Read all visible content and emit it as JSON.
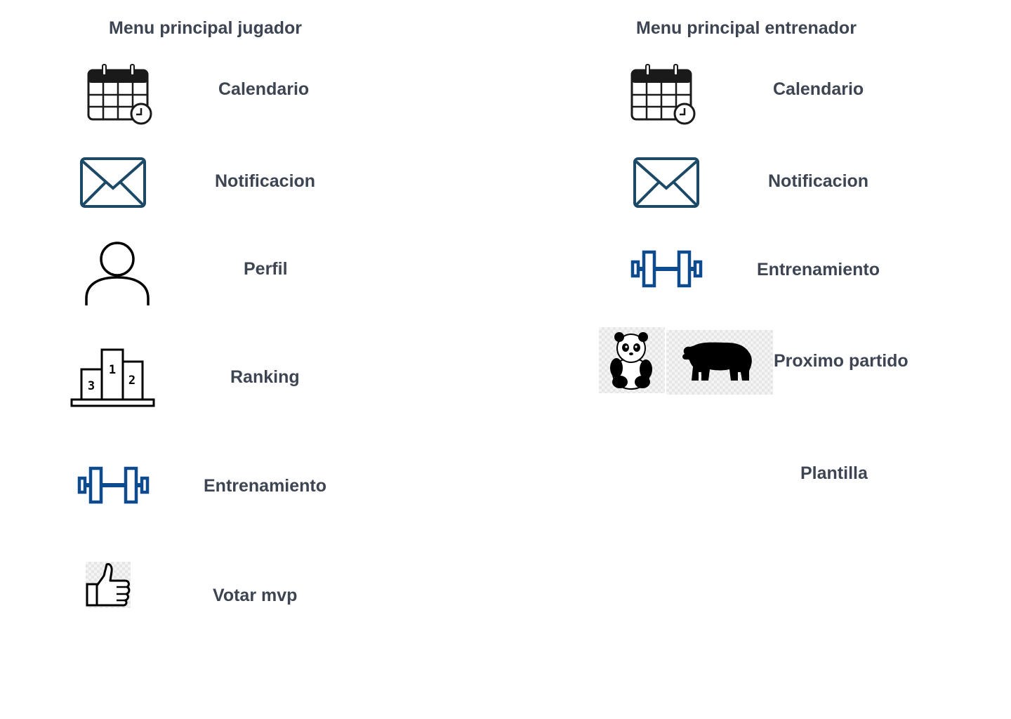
{
  "player_menu": {
    "title": "Menu principal jugador",
    "items": [
      {
        "label": "Calendario",
        "icon": "calendar-icon"
      },
      {
        "label": "Notificacion",
        "icon": "envelope-icon"
      },
      {
        "label": "Perfil",
        "icon": "user-icon"
      },
      {
        "label": "Ranking",
        "icon": "podium-icon"
      },
      {
        "label": "Entrenamiento",
        "icon": "dumbbell-icon"
      },
      {
        "label": "Votar mvp",
        "icon": "thumbs-up-icon"
      }
    ]
  },
  "coach_menu": {
    "title": "Menu principal entrenador",
    "items": [
      {
        "label": "Calendario",
        "icon": "calendar-icon"
      },
      {
        "label": "Notificacion",
        "icon": "envelope-icon"
      },
      {
        "label": "Entrenamiento",
        "icon": "dumbbell-icon"
      },
      {
        "label": "Proximo partido",
        "icon": "panda-icon"
      },
      {
        "label": "Plantilla",
        "icon": ""
      }
    ]
  },
  "colors": {
    "text": "#3d4452",
    "envelope": "#1b4966",
    "dumbbell": "#0e4a8e"
  }
}
